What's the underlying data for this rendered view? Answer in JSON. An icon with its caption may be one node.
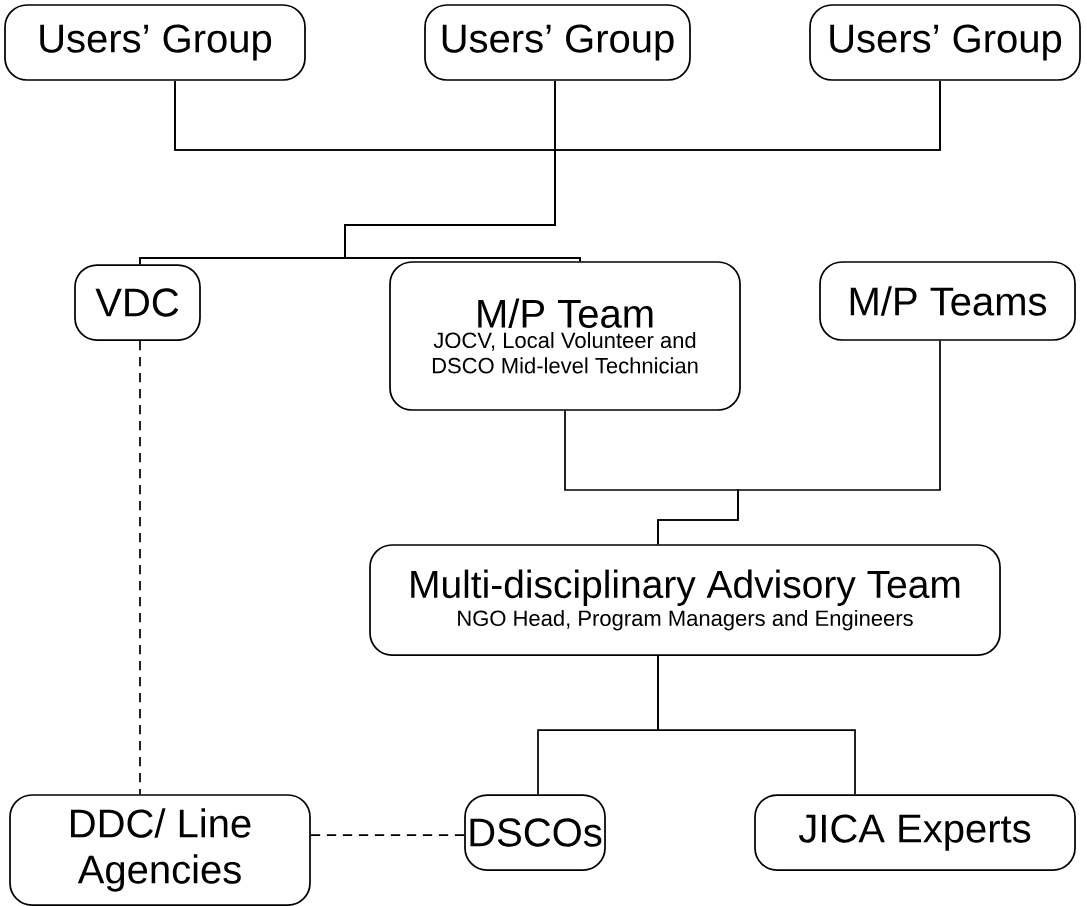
{
  "diagram": {
    "nodes": [
      {
        "text": [
          "Users’ Group"
        ]
      },
      {
        "text": [
          "Users’ Group"
        ]
      },
      {
        "text": [
          "Users’ Group"
        ]
      },
      {
        "text": [
          "VDC"
        ]
      },
      {
        "text": [
          "M/P Team",
          "JOCV, Local Volunteer and DSCO Mid-level Technician"
        ]
      },
      {
        "text": [
          "M/P Teams"
        ]
      },
      {
        "text": [
          "Multi-disciplinary Advisory Team",
          "NGO Head, Program Managers and Engineers"
        ]
      },
      {
        "text": [
          "DDC/ Line Agencies"
        ]
      },
      {
        "text": [
          "DSCOs"
        ]
      },
      {
        "text": [
          "JICA Experts"
        ]
      }
    ],
    "edges": [
      {
        "from": 0,
        "to": 3,
        "arrow": "none"
      },
      {
        "from": 0,
        "to": 4,
        "arrow": "none"
      },
      {
        "from": 1,
        "to": 3,
        "arrow": "none"
      },
      {
        "from": 1,
        "to": 4,
        "arrow": "none"
      },
      {
        "from": 2,
        "to": 3,
        "arrow": "none"
      },
      {
        "from": 2,
        "to": 4,
        "arrow": "none"
      },
      {
        "from": 4,
        "to": 6,
        "arrow": "none"
      },
      {
        "from": 5,
        "to": 6,
        "arrow": "none"
      },
      {
        "from": 6,
        "to": 8,
        "arrow": "none"
      },
      {
        "from": 6,
        "to": 9,
        "arrow": "none"
      },
      {
        "from": 3,
        "to": 7,
        "arrow": "none",
        "style": "dashed"
      },
      {
        "from": 7,
        "to": 8,
        "arrow": "none",
        "style": "dashed"
      }
    ]
  }
}
